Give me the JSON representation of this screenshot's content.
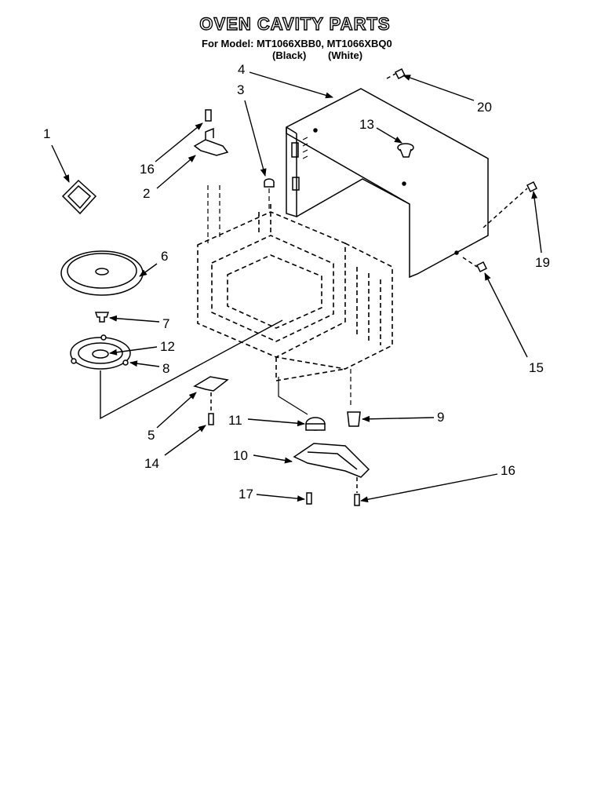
{
  "header": {
    "title": "OVEN CAVITY PARTS",
    "model_line": "For Model: MT1066XBB0, MT1066XBQ0",
    "color_black": "(Black)",
    "color_white": "(White)"
  },
  "callouts": [
    {
      "id": "c1",
      "label": "1"
    },
    {
      "id": "c2",
      "label": "2"
    },
    {
      "id": "c3",
      "label": "3"
    },
    {
      "id": "c4",
      "label": "4"
    },
    {
      "id": "c5",
      "label": "5"
    },
    {
      "id": "c6",
      "label": "6"
    },
    {
      "id": "c7",
      "label": "7"
    },
    {
      "id": "c8",
      "label": "8"
    },
    {
      "id": "c9",
      "label": "9"
    },
    {
      "id": "c10",
      "label": "10"
    },
    {
      "id": "c11",
      "label": "11"
    },
    {
      "id": "c12",
      "label": "12"
    },
    {
      "id": "c13",
      "label": "13"
    },
    {
      "id": "c14",
      "label": "14"
    },
    {
      "id": "c15",
      "label": "15"
    },
    {
      "id": "c16a",
      "label": "16"
    },
    {
      "id": "c16b",
      "label": "16"
    },
    {
      "id": "c17",
      "label": "17"
    },
    {
      "id": "c19",
      "label": "19"
    },
    {
      "id": "c20",
      "label": "20"
    }
  ]
}
